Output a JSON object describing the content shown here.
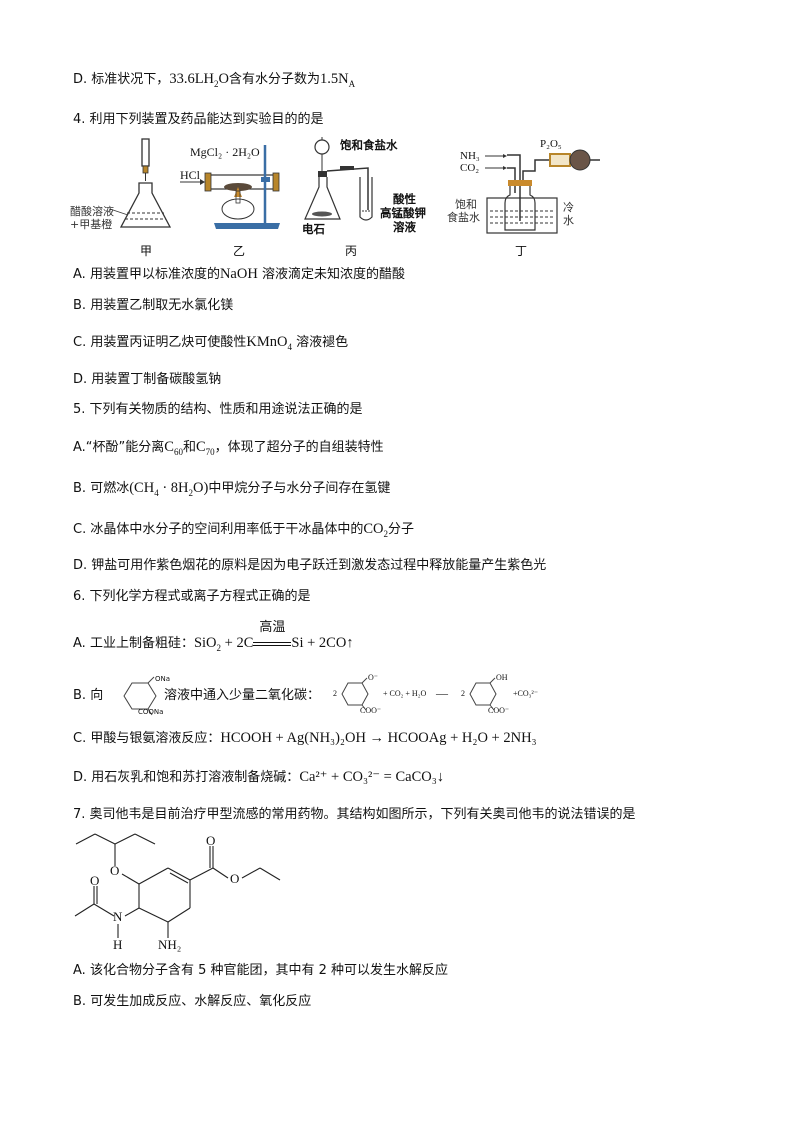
{
  "q3": {
    "optionD": {
      "letter": "D.",
      "text_pre": "标准状况下，",
      "formula": "33.6LH",
      "sub1": "2",
      "formula2": "O",
      "text_mid": "含有水分子数为",
      "value": "1.5N",
      "sub2": "A"
    }
  },
  "q4": {
    "stem": "4. 利用下列装置及药品能达到实验目的的是",
    "figures": {
      "jia": {
        "caption": "甲",
        "label1": "醋酸溶液",
        "label2": "+甲基橙"
      },
      "yi": {
        "caption": "乙",
        "reagent": "MgCl₂ · 2H₂O",
        "gas": "HCl"
      },
      "bing": {
        "caption": "丙",
        "label_funnel": "饱和食盐水",
        "label_solid": "电石",
        "label_sol1": "酸性",
        "label_sol2": "高锰酸钾",
        "label_sol3": "溶液"
      },
      "ding": {
        "caption": "丁",
        "gas1": "NH₃",
        "gas2": "CO₂",
        "drier": "P₂O₅",
        "liquid1": "饱和",
        "liquid2": "食盐水",
        "cold1": "冷",
        "cold2": "水"
      }
    },
    "options": {
      "A": {
        "letter": "A.",
        "pre": "用装置甲以标准浓度的",
        "chem": "NaOH",
        "post": "溶液滴定未知浓度的醋酸"
      },
      "B": {
        "letter": "B.",
        "text": "用装置乙制取无水氯化镁"
      },
      "C": {
        "letter": "C.",
        "pre": "用装置丙证明乙炔可使酸性",
        "chem": "KMnO",
        "sub": "4",
        "post": "溶液褪色"
      },
      "D": {
        "letter": "D.",
        "text": "用装置丁制备碳酸氢钠"
      }
    }
  },
  "q5": {
    "stem": "5. 下列有关物质的结构、性质和用途说法正确的是",
    "options": {
      "A": {
        "letter": "A.",
        "pre": "“杯酚”能分离",
        "c1": "C",
        "s1": "60",
        "mid": "和",
        "c2": "C",
        "s2": "70",
        "post": "，体现了超分子的自组装特性"
      },
      "B": {
        "letter": "B.",
        "pre": "可燃冰",
        "formula_a": "(CH",
        "s1": "4",
        "formula_b": " · 8H",
        "s2": "2",
        "formula_c": "O)",
        "post": "中甲烷分子与水分子间存在氢键"
      },
      "C": {
        "letter": "C.",
        "pre": "冰晶体中水分子的空间利用率低于干冰晶体中的",
        "chem": "CO",
        "sub": "2",
        "post": "分子"
      },
      "D": {
        "letter": "D.",
        "text": "钾盐可用作紫色烟花的原料是因为电子跃迁到激发态过程中释放能量产生紫色光"
      }
    }
  },
  "q6": {
    "stem": "6. 下列化学方程式或离子方程式正确的是",
    "options": {
      "A": {
        "letter": "A.",
        "pre": "工业上制备粗硅：",
        "lhs": "SiO",
        "lhs_sub": "2",
        "lhs2": " + 2C",
        "condition": "高温",
        "rhs": "Si + 2CO↑"
      },
      "B": {
        "letter": "B.",
        "pre": "向",
        "post": "溶液中通入少量二氧化碳：",
        "reactant_sub1": "ONa",
        "reactant_sub2": "COONa",
        "eq_coef": "2",
        "eq_r1": "O⁻",
        "eq_r2": "COO⁻",
        "eq_add": "+ CO₂ + H₂O",
        "eq_arrow": "—",
        "eq_coef2": "2",
        "eq_p1": "OH",
        "eq_p2": "COO⁻",
        "eq_add2": "+CO₃²⁻"
      },
      "C": {
        "letter": "C.",
        "pre": "甲酸与银氨溶液反应：",
        "equation": "HCOOH + Ag(NH₃)₂OH → HCOOAg + H₂O + 2NH₃"
      },
      "D": {
        "letter": "D.",
        "pre": "用石灰乳和饱和苏打溶液制备烧碱：",
        "equation": "Ca²⁺ + CO₃²⁻ = CaCO₃↓"
      }
    }
  },
  "q7": {
    "stem": "7. 奥司他韦是目前治疗甲型流感的常用药物。其结构如图所示，下列有关奥司他韦的说法错误的是",
    "structure_labels": {
      "o1": "O",
      "o2": "O",
      "o3": "O",
      "o4": "O",
      "n": "N",
      "h": "H",
      "nh2": "NH₂"
    },
    "options": {
      "A": {
        "letter": "A.",
        "text": "该化合物分子含有 5 种官能团，其中有 2 种可以发生水解反应"
      },
      "B": {
        "letter": "B.",
        "text": "可发生加成反应、水解反应、氧化反应"
      }
    }
  }
}
